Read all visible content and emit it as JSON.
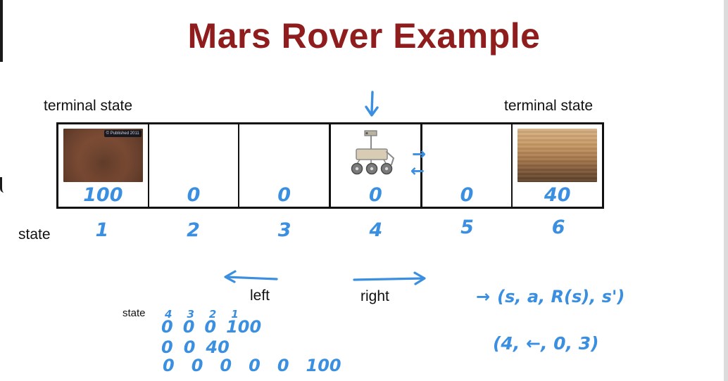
{
  "title": "Mars Rover Example",
  "labels": {
    "terminal_left": "terminal state",
    "terminal_right": "terminal state",
    "state": "state",
    "left": "left",
    "right": "right",
    "matrix_state": "state"
  },
  "icons": {
    "down_arrow": "↓",
    "right_arrow": "→",
    "left_arrow": "←"
  },
  "cells": [
    {
      "state": "1",
      "reward": "100",
      "content": "mars-crater-photo",
      "caption": "© Published 2011"
    },
    {
      "state": "2",
      "reward": "0",
      "content": ""
    },
    {
      "state": "3",
      "reward": "0",
      "content": ""
    },
    {
      "state": "4",
      "reward": "0",
      "content": "rover-illustration"
    },
    {
      "state": "5",
      "reward": "0",
      "content": ""
    },
    {
      "state": "6",
      "reward": "40",
      "content": "mars-surface-photo"
    }
  ],
  "matrix": {
    "headers": [
      "4",
      "3",
      "2",
      "1"
    ],
    "rows": [
      [
        "0",
        "0",
        "0",
        "100"
      ],
      [
        "0",
        "0",
        "40"
      ],
      [
        "0",
        "0",
        "0",
        "0",
        "0",
        "100"
      ]
    ]
  },
  "annotations": {
    "arrow": "→",
    "tuple_formula": "(s, a, R(s), s')",
    "tuple_example": "(4, ←, 0, 3)"
  },
  "colors": {
    "title": "#8f1d1d",
    "ink_blue": "#3b8fe0"
  }
}
